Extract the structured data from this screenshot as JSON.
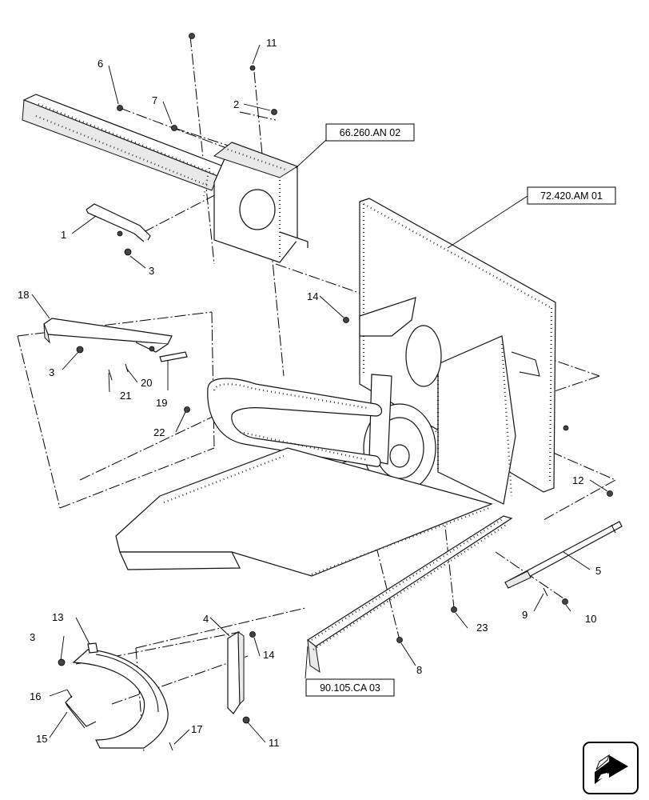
{
  "callouts": [
    {
      "id": "c1",
      "label": "1"
    },
    {
      "id": "c2",
      "label": "2"
    },
    {
      "id": "c3a",
      "label": "3"
    },
    {
      "id": "c3b",
      "label": "3"
    },
    {
      "id": "c3c",
      "label": "3"
    },
    {
      "id": "c4",
      "label": "4"
    },
    {
      "id": "c5",
      "label": "5"
    },
    {
      "id": "c6",
      "label": "6"
    },
    {
      "id": "c7",
      "label": "7"
    },
    {
      "id": "c8",
      "label": "8"
    },
    {
      "id": "c9",
      "label": "9"
    },
    {
      "id": "c10",
      "label": "10"
    },
    {
      "id": "c11a",
      "label": "11"
    },
    {
      "id": "c11b",
      "label": "11"
    },
    {
      "id": "c12",
      "label": "12"
    },
    {
      "id": "c13",
      "label": "13"
    },
    {
      "id": "c14a",
      "label": "14"
    },
    {
      "id": "c14b",
      "label": "14"
    },
    {
      "id": "c15",
      "label": "15"
    },
    {
      "id": "c16",
      "label": "16"
    },
    {
      "id": "c17",
      "label": "17"
    },
    {
      "id": "c18",
      "label": "18"
    },
    {
      "id": "c19",
      "label": "19"
    },
    {
      "id": "c20",
      "label": "20"
    },
    {
      "id": "c21",
      "label": "21"
    },
    {
      "id": "c22",
      "label": "22"
    },
    {
      "id": "c23",
      "label": "23"
    }
  ],
  "references": [
    {
      "id": "ref1",
      "label": "66.260.AN 02"
    },
    {
      "id": "ref2",
      "label": "72.420.AM 01"
    },
    {
      "id": "ref3",
      "label": "90.105.CA 03"
    }
  ],
  "nav": {
    "icon": "next-page-arrow-icon"
  }
}
